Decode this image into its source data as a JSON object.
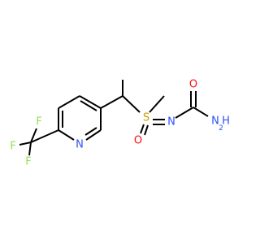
{
  "structure": {
    "atoms": {
      "oxygen_carbonyl": {
        "text": "O",
        "color": "#ff0d0d"
      },
      "nh2_n": {
        "text": "N",
        "color": "#3050f8"
      },
      "nh2_h": {
        "text": "H",
        "color": "#3050f8"
      },
      "nh2_sub": {
        "text": "2",
        "color": "#3050f8"
      },
      "imine_n": {
        "text": "N",
        "color": "#3050f8"
      },
      "sulfur": {
        "text": "S",
        "color": "#c8a000"
      },
      "sulfoxide_o": {
        "text": "O",
        "color": "#ff0d0d"
      },
      "pyridine_n": {
        "text": "N",
        "color": "#3050f8"
      },
      "fluorine_top": {
        "text": "F",
        "color": "#90e050"
      },
      "fluorine_left": {
        "text": "F",
        "color": "#90e050"
      },
      "fluorine_bottom": {
        "text": "F",
        "color": "#90e050"
      }
    },
    "bond_color": "#000000"
  }
}
